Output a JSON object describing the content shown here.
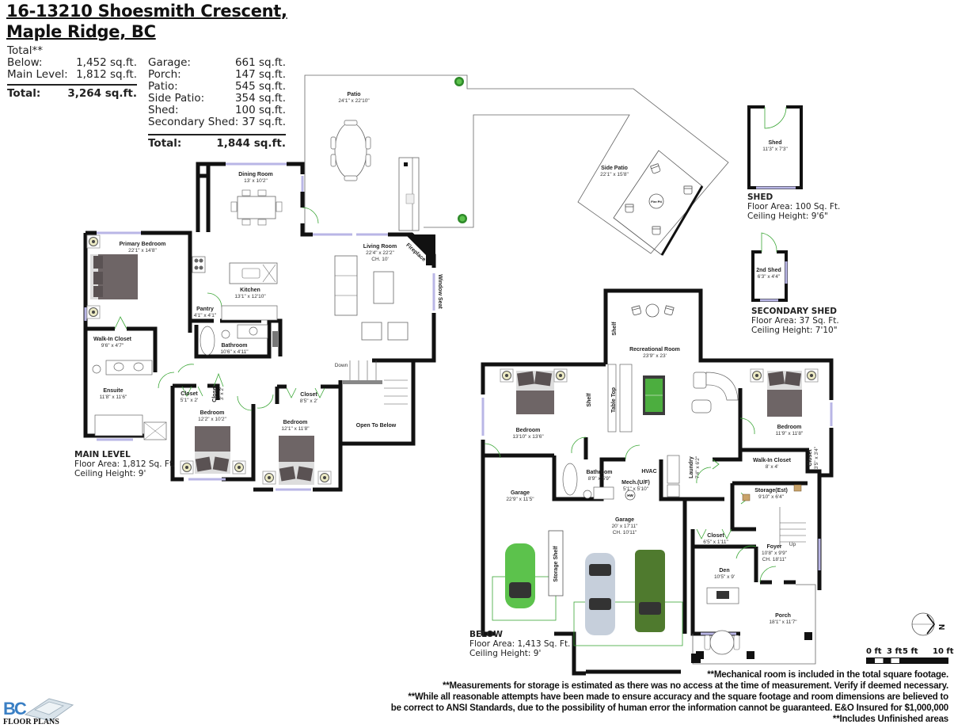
{
  "header": {
    "address_line1": "16-13210 Shoesmith Crescent,",
    "address_line2": "Maple Ridge, BC"
  },
  "summary_left": {
    "heading": "Total**",
    "rows": [
      {
        "label": "Below:",
        "value": "1,452 sq.ft."
      },
      {
        "label": "Main Level:",
        "value": "1,812 sq.ft."
      }
    ],
    "total": {
      "label": "Total:",
      "value": "3,264 sq.ft."
    }
  },
  "summary_right": {
    "rows": [
      {
        "label": "Garage:",
        "value": "661 sq.ft."
      },
      {
        "label": "Porch:",
        "value": "147 sq.ft."
      },
      {
        "label": "Patio:",
        "value": "545 sq.ft."
      },
      {
        "label": "Side Patio:",
        "value": "354 sq.ft."
      },
      {
        "label": "Shed:",
        "value": "100 sq.ft."
      },
      {
        "label": "Secondary Shed:",
        "value": "37 sq.ft."
      }
    ],
    "total": {
      "label": "Total:",
      "value": "1,844 sq.ft."
    }
  },
  "levels": {
    "main": {
      "name": "MAIN LEVEL",
      "floor_area": "Floor Area: 1,812 Sq. Ft.",
      "ceiling": "Ceiling Height: 9'"
    },
    "below": {
      "name": "BELOW",
      "floor_area": "Floor Area: 1,413 Sq. Ft.",
      "ceiling": "Ceiling Height: 9'"
    },
    "shed": {
      "name": "SHED",
      "floor_area": "Floor Area: 100 Sq. Ft.",
      "ceiling": "Ceiling Height: 9'6\""
    },
    "secondary_shed": {
      "name": "SECONDARY SHED",
      "floor_area": "Floor Area: 37 Sq. Ft.",
      "ceiling": "Ceiling Height: 7'10\""
    }
  },
  "rooms": {
    "patio": {
      "label": "Patio",
      "dim": "24'1\" x 22'10\""
    },
    "side_patio": {
      "label": "Side Patio",
      "dim": "22'1\" x 15'8\"",
      "fire_pit": "Fire Pit"
    },
    "shed": {
      "label": "Shed",
      "dim": "11'3\" x 7'3\""
    },
    "second_shed": {
      "label": "2nd Shed",
      "dim": "6'3\" x 4'4\""
    },
    "dining": {
      "label": "Dining Room",
      "dim": "13' x 10'2\""
    },
    "primary_bedroom": {
      "label": "Primary Bedroom",
      "dim": "22'1\" x 14'8\""
    },
    "kitchen": {
      "label": "Kitchen",
      "dim": "13'1\" x 12'10\""
    },
    "pantry": {
      "label": "Pantry",
      "dim": "4'1\" x 4'1\""
    },
    "living": {
      "label": "Living Room",
      "dim": "22'4\" x 22'2\"",
      "ch": "CH. 10'"
    },
    "fireplace": {
      "label": "Fireplace"
    },
    "window_seat": {
      "label": "Window Seat"
    },
    "bathroom_main": {
      "label": "Bathroom",
      "dim": "10'6\" x 4'11\""
    },
    "walkin_main": {
      "label": "Walk-In Closet",
      "dim": "9'6\" x 4'7\""
    },
    "ensuite": {
      "label": "Ensuite",
      "dim": "11'8\" x 11'6\""
    },
    "closet_a": {
      "label": "Closet",
      "dim": "5'1\" x 2'"
    },
    "closet_b": {
      "label": "Closet",
      "dim": "3' x 2'"
    },
    "closet_c": {
      "label": "Closet",
      "dim": "8'5\" x 2'"
    },
    "bedroom_2": {
      "label": "Bedroom",
      "dim": "12'2\" x 10'2\""
    },
    "bedroom_3": {
      "label": "Bedroom",
      "dim": "12'1\" x 11'8\""
    },
    "stairs_down": {
      "label": "Down"
    },
    "open_below": {
      "label": "Open To Below"
    },
    "rec_room": {
      "label": "Recreational Room",
      "dim": "23'9\" x 23'"
    },
    "shelf_a": {
      "label": "Shelf"
    },
    "shelf_b": {
      "label": "Shelf"
    },
    "table_top": {
      "label": "Table Top"
    },
    "bedroom_b1": {
      "label": "Bedroom",
      "dim": "13'10\" x 13'6\""
    },
    "bedroom_b2": {
      "label": "Bedroom",
      "dim": "11'9\" x 11'8\""
    },
    "bathroom_below": {
      "label": "Bathroom",
      "dim": "8'9\" x 5'9\""
    },
    "hvac": {
      "label": "HVAC"
    },
    "mech": {
      "label": "Mech.(U/F)",
      "dim": "5'1\" x 5'10\"",
      "hw": "HW"
    },
    "laundry": {
      "label": "Laundry",
      "dim": "7'4\" x 6'2\""
    },
    "walkin_below": {
      "label": "Walk-In Closet",
      "dim": "8' x 4'"
    },
    "closet_below": {
      "label": "Closet",
      "dim": "3'5\" x 3'4\""
    },
    "storage": {
      "label": "Storage(Est)",
      "dim": "9'10\" x 6'4\""
    },
    "garage_1": {
      "label": "Garage",
      "dim": "22'9\" x 11'5\""
    },
    "garage_2": {
      "label": "Garage",
      "dim": "20' x 17'11\"",
      "ch": "CH. 10'11\""
    },
    "storage_shelf": {
      "label": "Storage Shelf"
    },
    "closet_foyer": {
      "label": "Closet",
      "dim": "6'5\" x 1'11\""
    },
    "foyer": {
      "label": "Foyer",
      "dim": "10'8\" x 9'9\"",
      "ch": "CH. 18'11\""
    },
    "stairs_up": {
      "label": "Up"
    },
    "den": {
      "label": "Den",
      "dim": "10'5\" x 9'"
    },
    "porch": {
      "label": "Porch",
      "dim": "18'1\" x 11'7\""
    }
  },
  "compass": {
    "label": "N"
  },
  "scale_bar": {
    "ticks": [
      "0 ft",
      "3 ft",
      "5 ft",
      "10 ft"
    ]
  },
  "footnotes": [
    "**Mechanical room is included in the total square footage.",
    "**Measurements for storage is estimated as there was no access at the time of measurement. Verify if deemed necessary.",
    "**While all reasonable attempts have been made to ensure accuracy and the square footage and room dimensions are believed to",
    "be correct to ANSI Standards, due to the possibility of human error the information cannot be guaranteed. E&O Insured for $1,000,000",
    "**Includes Unfinished areas"
  ],
  "logo": {
    "mark": "BC",
    "text": "FLOOR PLANS"
  },
  "colors": {
    "wall": "#111111",
    "window": "#b9b6e6",
    "door_swing": "#3aa635",
    "bed": "#6e6566",
    "car_green": "#5cc24c",
    "car_silver": "#c6cfdb",
    "truck": "#4f7a2e",
    "logo_blue": "#3a7fc4"
  }
}
